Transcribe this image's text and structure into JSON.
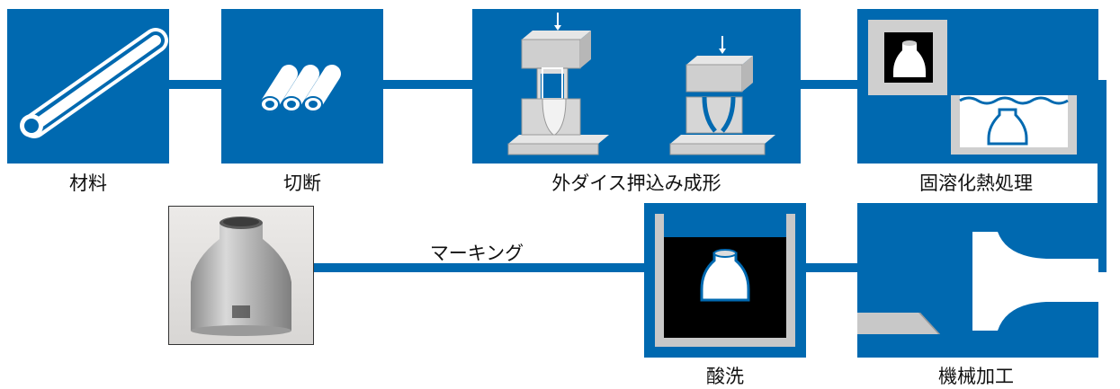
{
  "colors": {
    "process_blue": "#0069b0",
    "background": "#ffffff"
  },
  "steps": {
    "material": "材料",
    "cutting": "切断",
    "extrusion": "外ダイス押込み成形",
    "heat_treatment": "固溶化熱処理",
    "machining": "機械加工",
    "pickling": "酸洗",
    "marking": "マーキング"
  },
  "icons": {
    "material": "pipe-icon",
    "cutting": "cut-pipes-icon",
    "extrusion": "press-die-icon",
    "heat_treatment": "furnace-and-tank-icon",
    "machining": "lathe-tool-icon",
    "pickling": "acid-bath-icon",
    "product": "reducer-photo"
  }
}
